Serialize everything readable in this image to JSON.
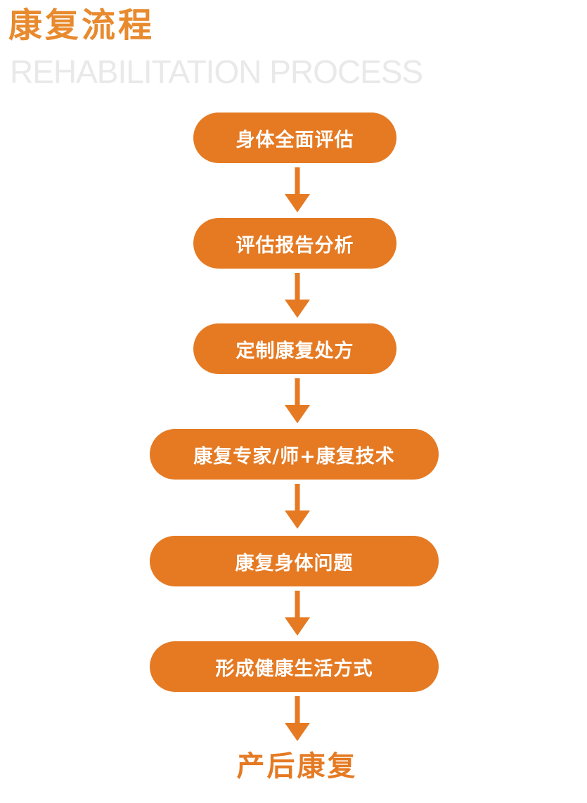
{
  "header": {
    "title": "康复流程",
    "subtitle": "REHABILITATION PROCESS"
  },
  "steps": [
    "身体全面评估",
    "评估报告分析",
    "定制康复处方",
    "康复专家/师+康复技术",
    "康复身体问题",
    "形成健康生活方式"
  ],
  "final": "产后康复",
  "colors": {
    "accent": "#e57a23",
    "title": "#e88a2e",
    "subtitle": "#e9e9e9",
    "step_text": "#ffffff"
  }
}
